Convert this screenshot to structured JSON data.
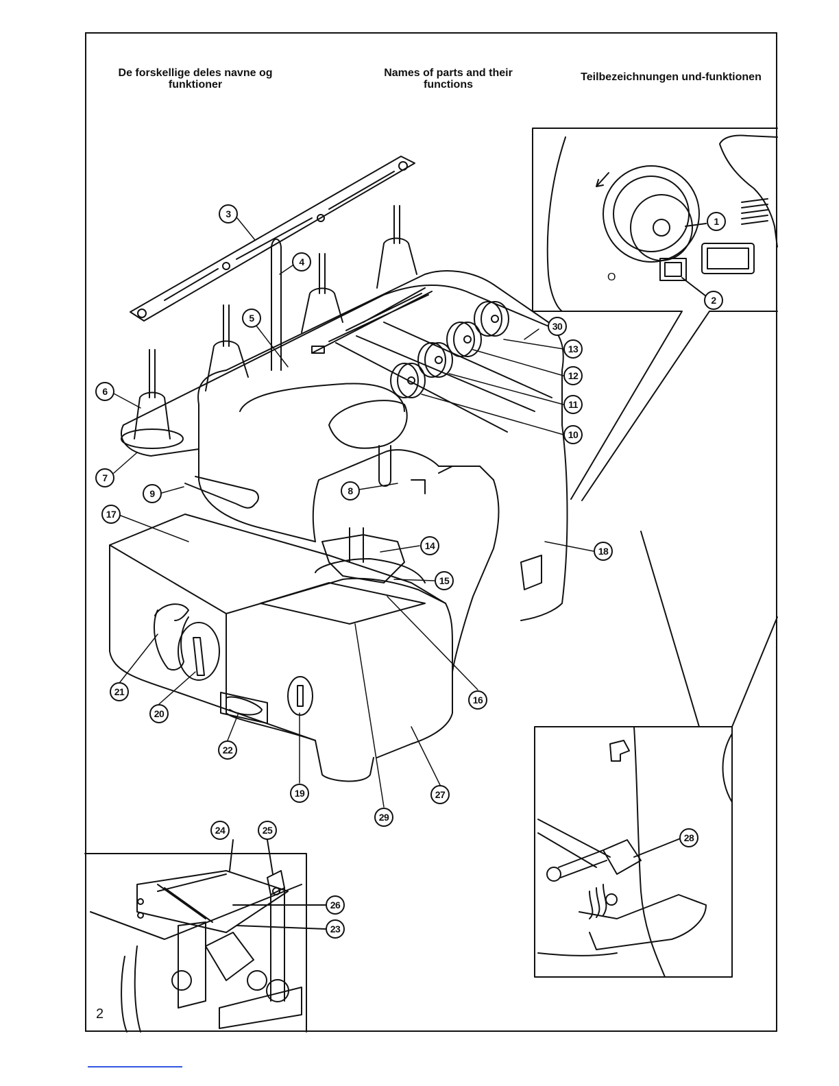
{
  "headers": {
    "danish": [
      "De forskellige deles navne og",
      "funktioner"
    ],
    "english": [
      "Names of parts and their",
      "functions"
    ],
    "german": [
      "Teilbezeichnungen und-funktionen"
    ]
  },
  "page_number": "2",
  "callouts": [
    "1",
    "2",
    "3",
    "4",
    "5",
    "6",
    "7",
    "8",
    "9",
    "10",
    "11",
    "12",
    "13",
    "14",
    "15",
    "16",
    "17",
    "18",
    "19",
    "20",
    "21",
    "22",
    "23",
    "24",
    "25",
    "26",
    "27",
    "28",
    "29",
    "30"
  ],
  "inset_switch_label": "O"
}
